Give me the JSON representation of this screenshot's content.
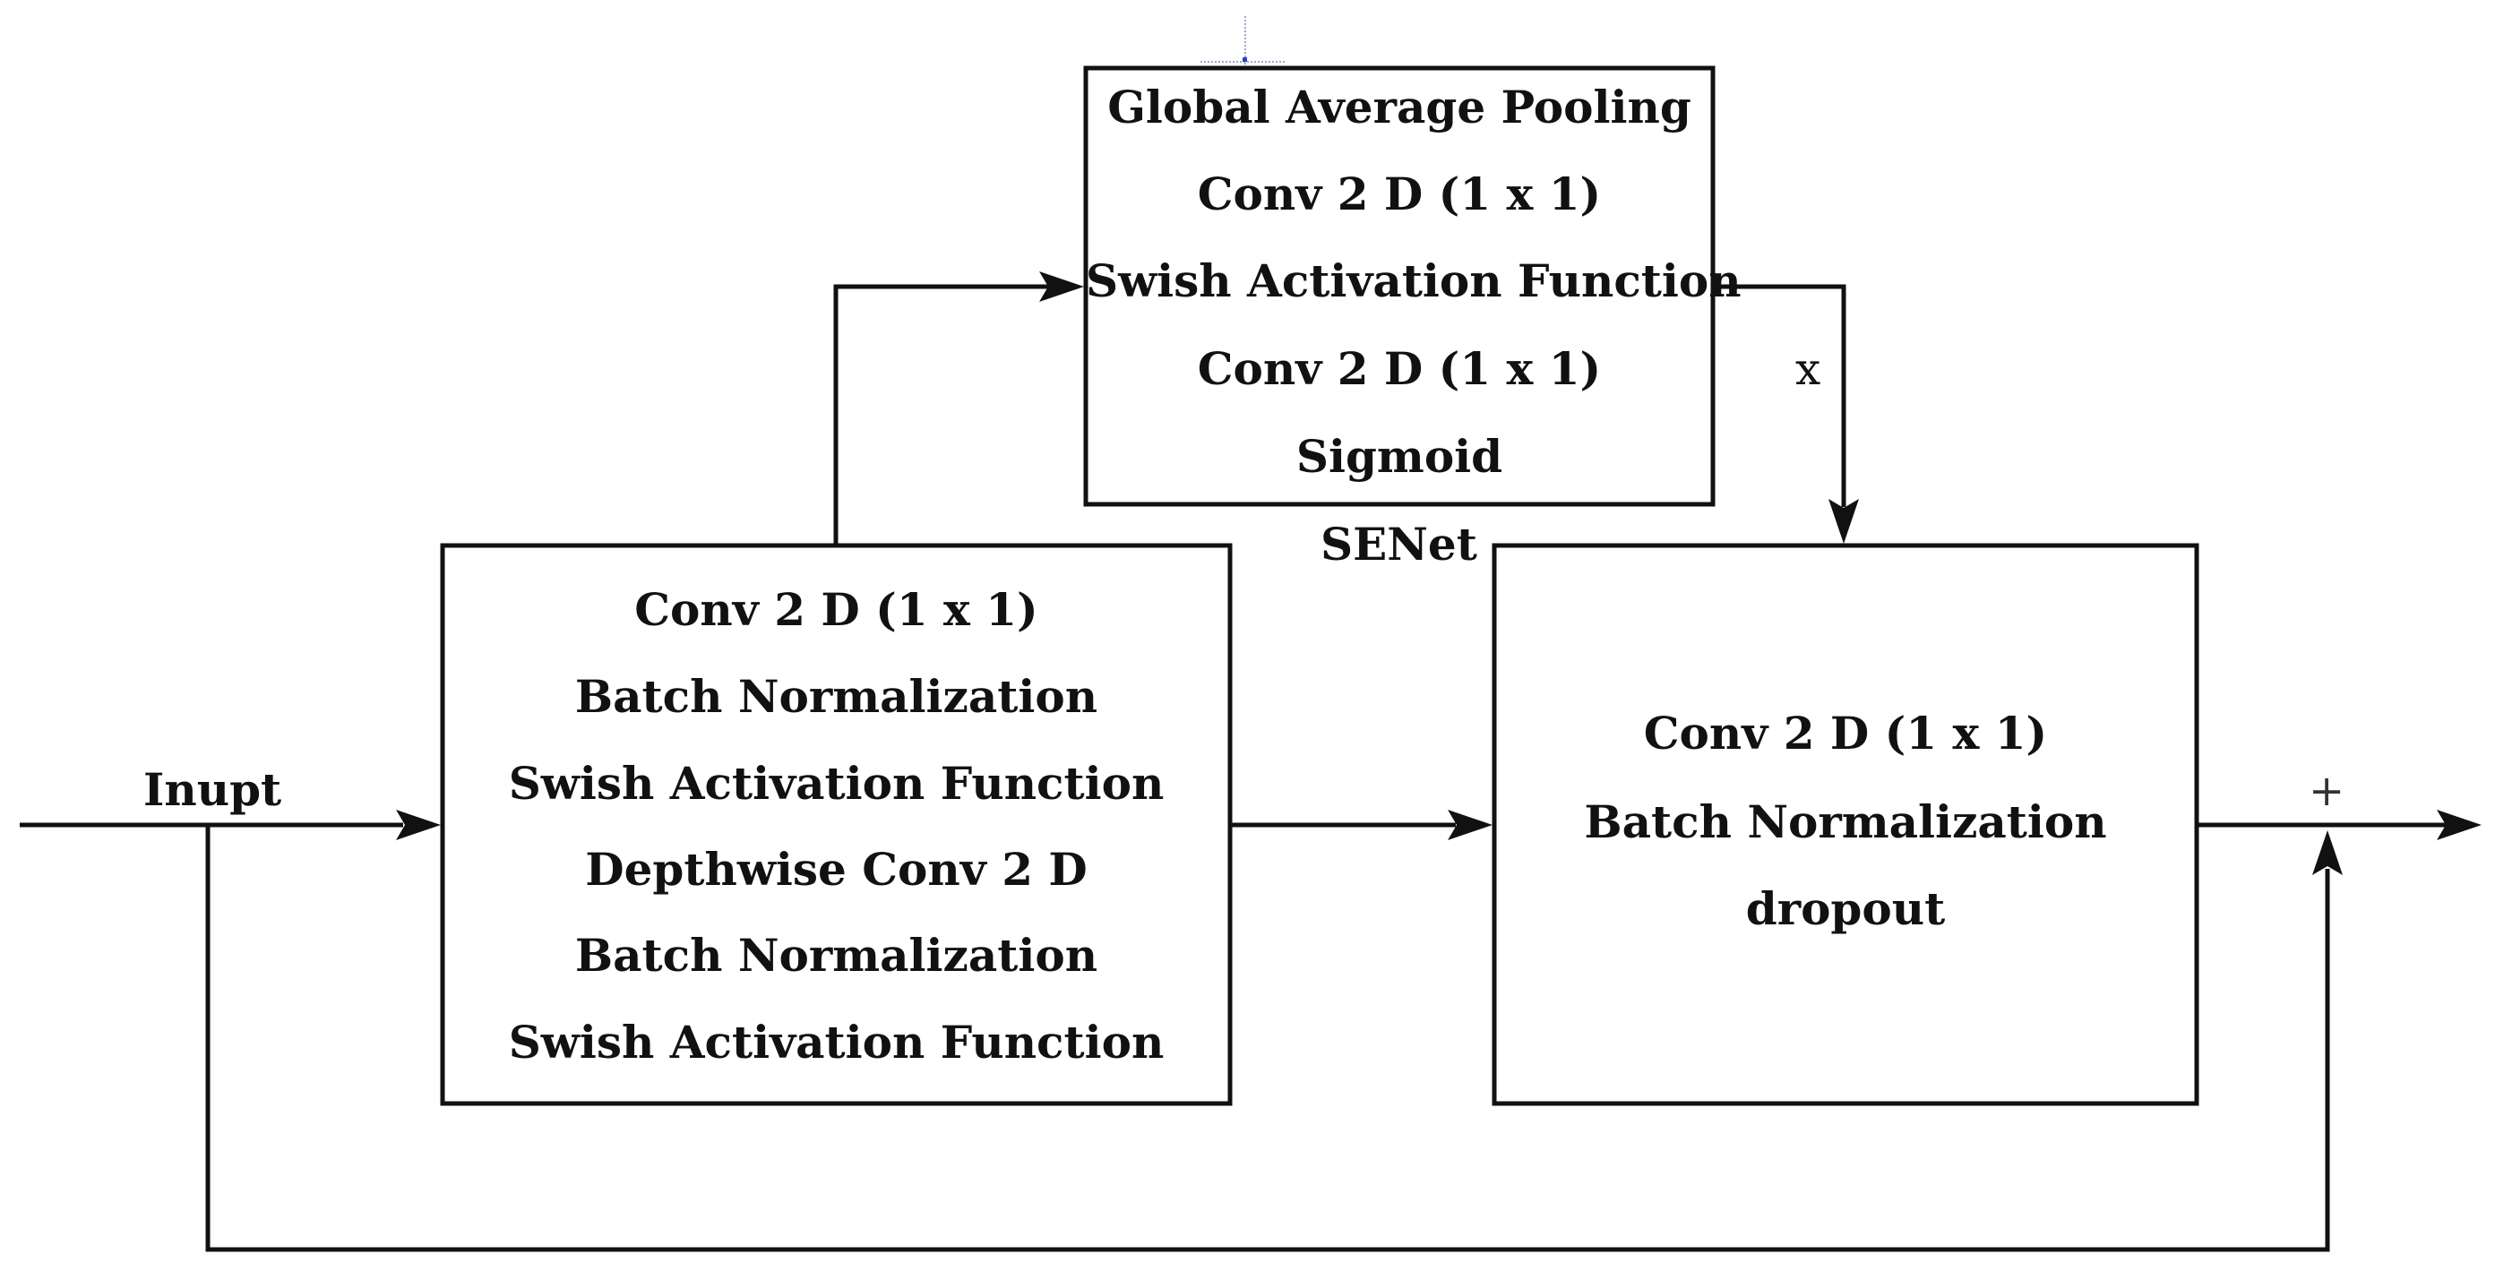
{
  "diagram": {
    "senet_block": {
      "lines": [
        "Global Average Pooling",
        "Conv 2 D (1 x 1)",
        "Swish Activation Function",
        "Conv 2 D (1 x 1)",
        "Sigmoid"
      ],
      "caption": "SENet"
    },
    "mbconv_block": {
      "lines": [
        "Conv 2 D (1 x 1)",
        "Batch Normalization",
        "Swish Activation Function",
        "Depthwise Conv 2 D",
        "Batch Normalization",
        "Swish Activation Function"
      ]
    },
    "output_block": {
      "lines": [
        "Conv 2 D (1 x 1)",
        "Batch Normalization",
        "dropout"
      ]
    },
    "input_label": "Inupt",
    "multiply_label": "x",
    "add_label": "+"
  }
}
